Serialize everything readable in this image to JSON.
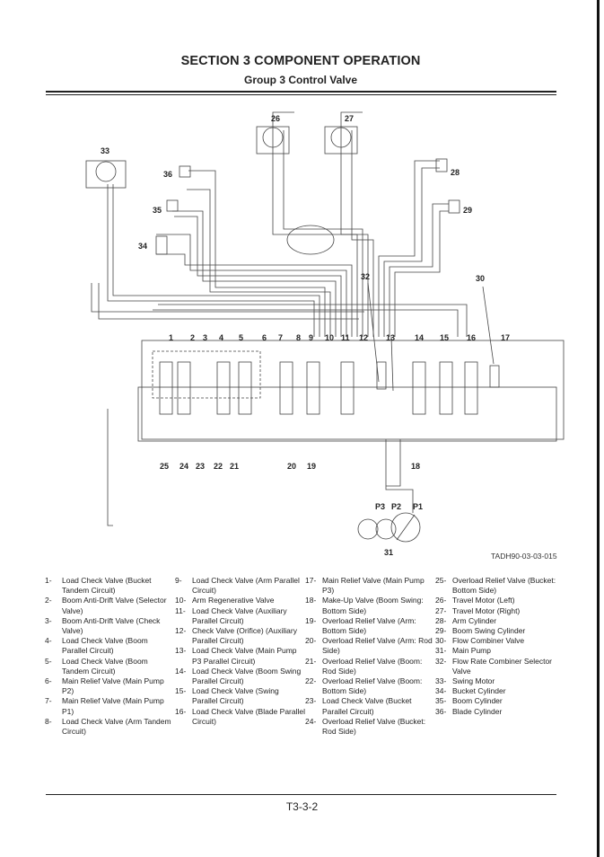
{
  "header": {
    "section_title": "SECTION 3 COMPONENT OPERATION",
    "group_title": "Group 3 Control Valve"
  },
  "figure": {
    "code": "TADH90-03-03-015",
    "callouts": [
      "1",
      "2",
      "3",
      "4",
      "5",
      "6",
      "7",
      "8",
      "9",
      "10",
      "11",
      "12",
      "13",
      "14",
      "15",
      "16",
      "17",
      "18",
      "19",
      "20",
      "21",
      "22",
      "23",
      "24",
      "25",
      "26",
      "27",
      "28",
      "29",
      "30",
      "31",
      "32",
      "33",
      "34",
      "35",
      "36"
    ],
    "pump_labels": [
      "P3",
      "P2",
      "P1"
    ]
  },
  "legend": {
    "col1": [
      {
        "num": "1-",
        "text": "Load Check Valve (Bucket Tandem Circuit)"
      },
      {
        "num": "2-",
        "text": "Boom Anti-Drift Valve (Selector Valve)"
      },
      {
        "num": "3-",
        "text": "Boom Anti-Drift Valve (Check Valve)"
      },
      {
        "num": "4-",
        "text": "Load Check Valve (Boom Parallel Circuit)"
      },
      {
        "num": "5-",
        "text": "Load Check Valve (Boom Tandem Circuit)"
      },
      {
        "num": "6-",
        "text": "Main Relief Valve (Main Pump P2)"
      },
      {
        "num": "7-",
        "text": "Main Relief Valve (Main Pump P1)"
      },
      {
        "num": "8-",
        "text": "Load Check Valve (Arm Tandem Circuit)"
      }
    ],
    "col2": [
      {
        "num": "9-",
        "text": "Load Check Valve (Arm Parallel Circuit)"
      },
      {
        "num": "10-",
        "text": "Arm Regenerative Valve"
      },
      {
        "num": "11-",
        "text": "Load Check Valve (Auxiliary Parallel Circuit)"
      },
      {
        "num": "12-",
        "text": "Check Valve (Orifice) (Auxiliary Parallel Circuit)"
      },
      {
        "num": "13-",
        "text": "Load Check Valve (Main Pump P3 Parallel Circuit)"
      },
      {
        "num": "14-",
        "text": "Load Check Valve (Boom Swing Parallel Circuit)"
      },
      {
        "num": "15-",
        "text": "Load Check Valve (Swing Parallel Circuit)"
      },
      {
        "num": "16-",
        "text": "Load Check Valve (Blade Parallel Circuit)"
      }
    ],
    "col3": [
      {
        "num": "17-",
        "text": "Main Relief Valve (Main Pump P3)"
      },
      {
        "num": "18-",
        "text": "Make-Up Valve (Boom Swing: Bottom Side)"
      },
      {
        "num": "19-",
        "text": "Overload Relief Valve (Arm: Bottom Side)"
      },
      {
        "num": "20-",
        "text": "Overload Relief Valve (Arm: Rod Side)"
      },
      {
        "num": "21-",
        "text": "Overload Relief Valve (Boom: Rod Side)"
      },
      {
        "num": "22-",
        "text": "Overload Relief Valve (Boom: Bottom Side)"
      },
      {
        "num": "23-",
        "text": "Load Check Valve (Bucket Parallel Circuit)"
      },
      {
        "num": "24-",
        "text": "Overload Relief Valve (Bucket: Rod Side)"
      }
    ],
    "col4": [
      {
        "num": "25-",
        "text": "Overload Relief Valve (Bucket: Bottom Side)"
      },
      {
        "num": "26-",
        "text": "Travel Motor (Left)"
      },
      {
        "num": "27-",
        "text": "Travel Motor (Right)"
      },
      {
        "num": "28-",
        "text": "Arm Cylinder"
      },
      {
        "num": "29-",
        "text": "Boom Swing Cylinder"
      },
      {
        "num": "30-",
        "text": "Flow Combiner Valve"
      },
      {
        "num": "31-",
        "text": "Main Pump"
      },
      {
        "num": "32-",
        "text": "Flow Rate Combiner Selector Valve"
      },
      {
        "num": "33-",
        "text": "Swing Motor"
      },
      {
        "num": "34-",
        "text": "Bucket Cylinder"
      },
      {
        "num": "35-",
        "text": "Boom Cylinder"
      },
      {
        "num": "36-",
        "text": "Blade Cylinder"
      }
    ]
  },
  "footer": {
    "page_number": "T3-3-2"
  }
}
